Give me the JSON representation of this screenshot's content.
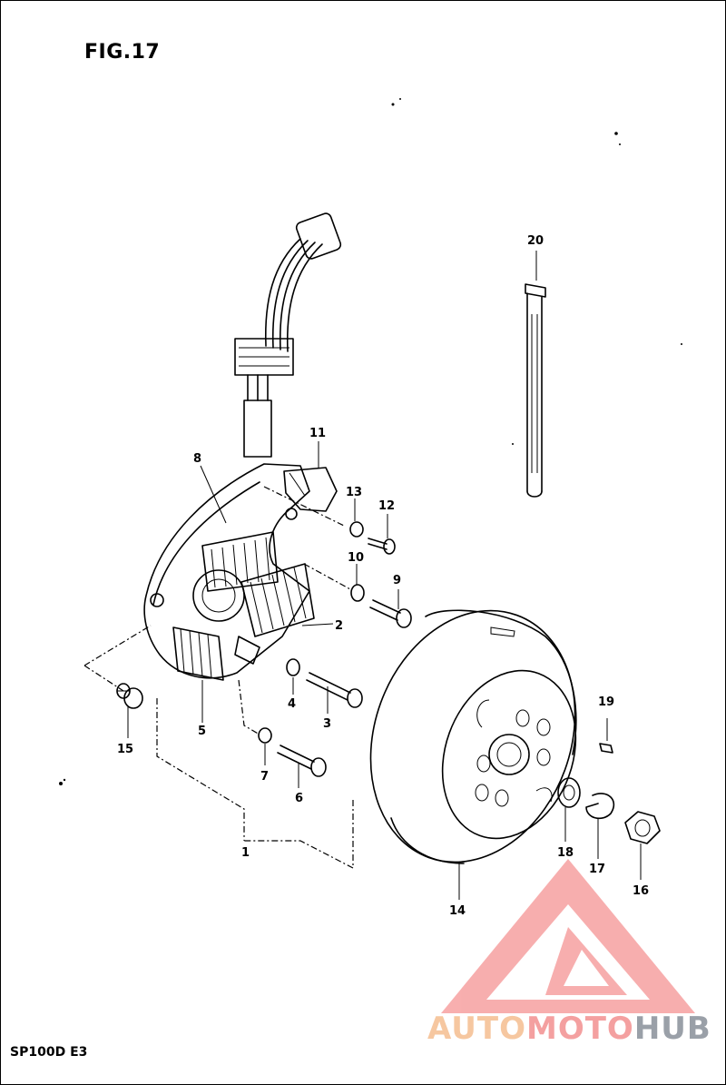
{
  "figure": {
    "title": "FIG.17",
    "model": "SP100D E3"
  },
  "watermark": {
    "part1": "AUTO",
    "part2": "MOTO",
    "part3": "HUB"
  },
  "callouts": [
    {
      "id": "1",
      "label": "1"
    },
    {
      "id": "2",
      "label": "2"
    },
    {
      "id": "3",
      "label": "3"
    },
    {
      "id": "4",
      "label": "4"
    },
    {
      "id": "5",
      "label": "5"
    },
    {
      "id": "6",
      "label": "6"
    },
    {
      "id": "7",
      "label": "7"
    },
    {
      "id": "8",
      "label": "8"
    },
    {
      "id": "9",
      "label": "9"
    },
    {
      "id": "10",
      "label": "10"
    },
    {
      "id": "11",
      "label": "11"
    },
    {
      "id": "12",
      "label": "12"
    },
    {
      "id": "13",
      "label": "13"
    },
    {
      "id": "14",
      "label": "14"
    },
    {
      "id": "15",
      "label": "15"
    },
    {
      "id": "16",
      "label": "16"
    },
    {
      "id": "17",
      "label": "17"
    },
    {
      "id": "18",
      "label": "18"
    },
    {
      "id": "19",
      "label": "19"
    },
    {
      "id": "20",
      "label": "20"
    }
  ],
  "colors": {
    "ink": "#000000",
    "watermark_red": "#f26d6d",
    "watermark_orange": "#f6c7a0",
    "watermark_grey": "#9aa0a8"
  }
}
